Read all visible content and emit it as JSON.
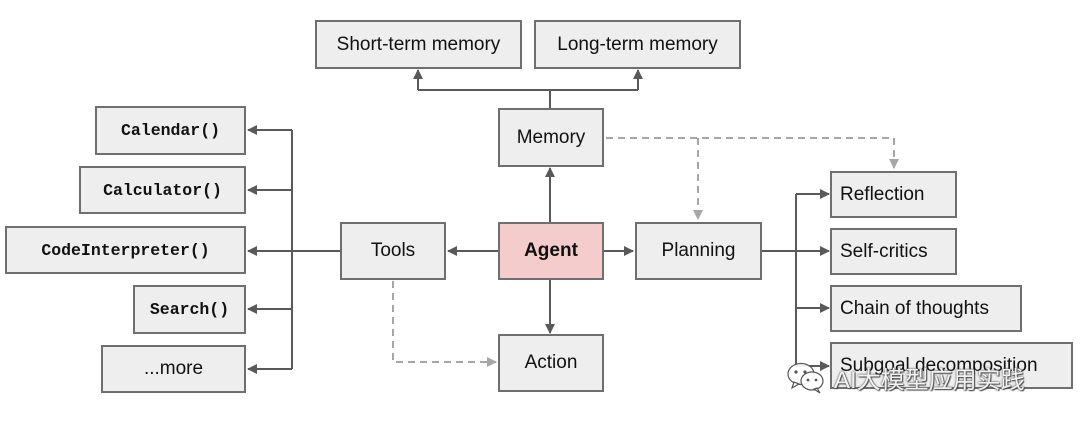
{
  "nodes": {
    "short_term_memory": "Short-term memory",
    "long_term_memory": "Long-term memory",
    "memory": "Memory",
    "tools": "Tools",
    "agent": "Agent",
    "planning": "Planning",
    "action": "Action",
    "calendar": "Calendar()",
    "calculator": "Calculator()",
    "code_interpreter": "CodeInterpreter()",
    "search": "Search()",
    "more": "...more",
    "reflection": "Reflection",
    "self_critics": "Self-critics",
    "chain_of_thoughts": "Chain of thoughts",
    "subgoal_decomposition": "Subgoal decomposition"
  },
  "watermark": {
    "text": "AI大模型应用实践",
    "icon": "wechat-icon"
  },
  "colors": {
    "box_fill": "#eeeeee",
    "box_border": "#6f6f6f",
    "agent_fill": "#f4cccc",
    "solid_line": "#595959",
    "dashed_line": "#a6a6a6"
  }
}
